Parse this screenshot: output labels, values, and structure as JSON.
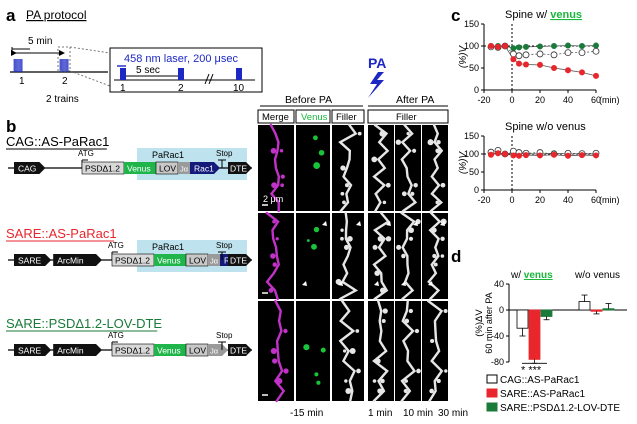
{
  "panels": {
    "a": "a",
    "b": "b",
    "c": "c",
    "d": "d"
  },
  "protocol": {
    "title": "PA protocol",
    "interval": "5 min",
    "train_labels": [
      "1",
      "2"
    ],
    "trains": "2 trains",
    "laser": "458 nm laser, 200 μsec",
    "pulse_interval": "5 sec",
    "pulse_labels": [
      "1",
      "2",
      "10"
    ]
  },
  "constructs": [
    {
      "name": "CAG::AS-PaRac1",
      "color": "#000000",
      "promoter": [
        "CAG"
      ],
      "atg": "ATG",
      "psd": "PSDΔ1.2",
      "venus": "Venus",
      "lov": "LOV",
      "ja": "Jα",
      "rac": "Rac1",
      "parac": "PaRac1",
      "stop": "Stop",
      "dte": "DTE"
    },
    {
      "name": "SARE::AS-PaRac1",
      "color": "#e8262c",
      "promoter": [
        "SARE",
        "ArcMin"
      ],
      "atg": "ATG",
      "psd": "PSDΔ1.2",
      "venus": "Venus",
      "lov": "LOV",
      "ja": "Jα",
      "rac": "Rac1",
      "parac": "PaRac1",
      "stop": "Stop",
      "dte": "DTE"
    },
    {
      "name": "SARE::PSDΔ1.2-LOV-DTE",
      "color": "#1a7a3a",
      "promoter": [
        "SARE",
        "ArcMin"
      ],
      "atg": "ATG",
      "psd": "PSDΔ1.2",
      "venus": "Venus",
      "lov": "LOV",
      "ja": "Jα",
      "stop": "Stop",
      "dte": "DTE"
    }
  ],
  "images": {
    "pa": "PA",
    "before": "Before PA",
    "after": "After PA",
    "cols": [
      "Merge",
      "Venus",
      "Filler"
    ],
    "after_col": "Filler",
    "scale": "2 μm",
    "times": [
      "-15 min",
      "1 min",
      "10 min",
      "30 min"
    ]
  },
  "chart_data": [
    {
      "type": "line",
      "title": "Spine w/ venus",
      "title_parts": [
        "Spine w/ ",
        "venus"
      ],
      "ylabel": "(%)V",
      "xlabel": "(min)",
      "xlim": [
        -20,
        60
      ],
      "ylim": [
        0,
        150
      ],
      "xticks": [
        -20,
        0,
        20,
        40,
        60
      ],
      "yticks": [
        0,
        50,
        100,
        150
      ],
      "series": [
        {
          "color": "#1a7a3a",
          "x": [
            -15,
            -10,
            -5,
            1,
            5,
            10,
            20,
            30,
            40,
            50,
            60
          ],
          "y": [
            100,
            100,
            100,
            95,
            97,
            98,
            99,
            100,
            101,
            100,
            101
          ]
        },
        {
          "color": "#ffffff",
          "x": [
            -15,
            -10,
            -5,
            1,
            5,
            10,
            20,
            30,
            40,
            50,
            60
          ],
          "y": [
            98,
            97,
            100,
            82,
            78,
            80,
            82,
            80,
            85,
            85,
            88
          ]
        },
        {
          "color": "#e8262c",
          "x": [
            -15,
            -10,
            -5,
            1,
            5,
            10,
            20,
            30,
            40,
            50,
            60
          ],
          "y": [
            100,
            98,
            100,
            70,
            60,
            58,
            57,
            50,
            45,
            40,
            32
          ]
        }
      ]
    },
    {
      "type": "line",
      "title": "Spine w/o venus",
      "ylabel": "(%)V",
      "xlabel": "(min)",
      "xlim": [
        -20,
        60
      ],
      "ylim": [
        0,
        150
      ],
      "xticks": [
        -20,
        0,
        20,
        40,
        60
      ],
      "yticks": [
        0,
        50,
        100,
        150
      ],
      "series": [
        {
          "color": "#1a7a3a",
          "x": [
            -15,
            -10,
            -5,
            1,
            5,
            10,
            20,
            30,
            40,
            50,
            60
          ],
          "y": [
            100,
            103,
            100,
            103,
            102,
            101,
            100,
            102,
            100,
            101,
            100
          ]
        },
        {
          "color": "#ffffff",
          "x": [
            -15,
            -10,
            -5,
            1,
            5,
            10,
            20,
            30,
            40,
            50,
            60
          ],
          "y": [
            105,
            110,
            100,
            108,
            104,
            102,
            104,
            100,
            102,
            101,
            102
          ]
        },
        {
          "color": "#e8262c",
          "x": [
            -15,
            -10,
            -5,
            1,
            5,
            10,
            20,
            30,
            40,
            50,
            60
          ],
          "y": [
            98,
            102,
            100,
            96,
            95,
            97,
            96,
            98,
            95,
            97,
            96
          ]
        }
      ]
    },
    {
      "type": "bar",
      "ylabel": "(%)ΔV",
      "ylabel2": "60 min after PA",
      "group_labels": [
        "w/ venus",
        "w/o venus"
      ],
      "ylim": [
        -80,
        40
      ],
      "yticks": [
        -80,
        -40,
        0,
        40
      ],
      "groups": [
        {
          "values": [
            -28,
            -76,
            -10
          ],
          "errors": [
            12,
            6,
            5
          ]
        },
        {
          "values": [
            13,
            -2,
            2
          ],
          "errors": [
            10,
            4,
            8
          ]
        }
      ],
      "colors": [
        "#ffffff",
        "#e8262c",
        "#1a7a3a"
      ],
      "significance": "* ***",
      "legend": [
        "CAG::AS-PaRac1",
        "SARE::AS-PaRac1",
        "SARE::PSDΔ1.2-LOV-DTE"
      ]
    }
  ]
}
